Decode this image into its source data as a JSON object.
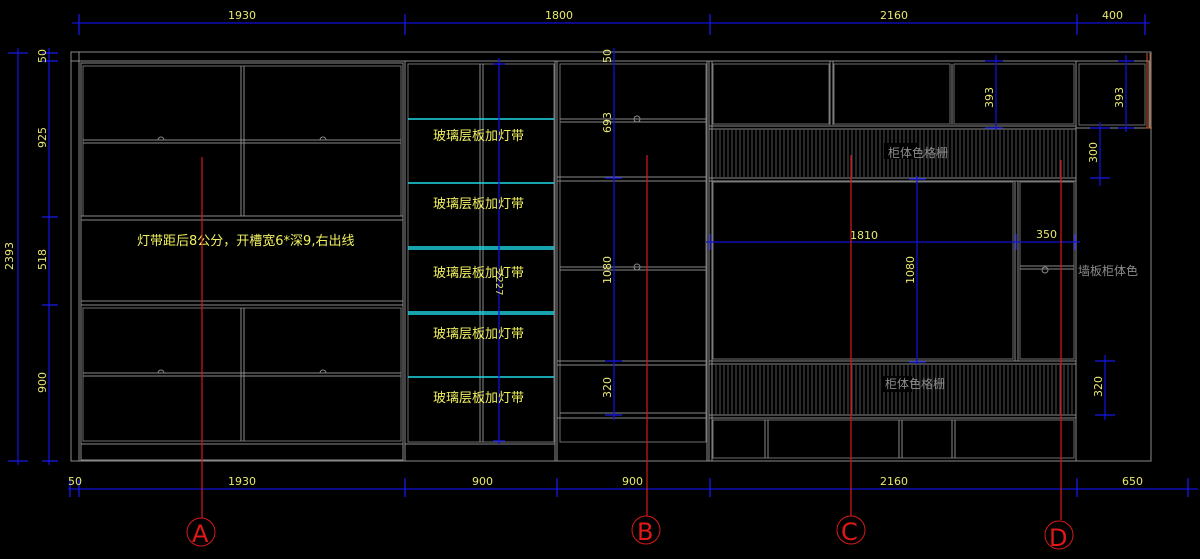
{
  "drawing": {
    "title": "Cabinet elevation",
    "colors": {
      "background": "#000000",
      "outline": "#8a8a8a",
      "dimension_line": "#1010d8",
      "dimension_text": "#e8e870",
      "glass_shelf": "#20d8e8",
      "axis_line": "#d41a1a",
      "note_text": "#f0f060",
      "gray_note": "#8c8c8c"
    },
    "top_dimensions": [
      "1930",
      "1800",
      "2160",
      "400"
    ],
    "bottom_dimensions": [
      "50",
      "1930",
      "900",
      "900",
      "2160",
      "650"
    ],
    "left_dimensions": {
      "overall": "2393",
      "segments": [
        "50",
        "925",
        "518",
        "900"
      ]
    },
    "inner_dimensions": {
      "glass_column_height": "2227",
      "col_b_segments": [
        "50",
        "693",
        "1080",
        "320"
      ],
      "tv_width": "1810",
      "tv_height": "1080",
      "side_width": "350",
      "upper_box_height": "393",
      "right_upper_box_height": "393",
      "right_gap": "300",
      "right_lower": "320"
    },
    "notes": {
      "led_note": "灯带距后8公分，开槽宽6*深9,右出线",
      "glass_shelf_label": "玻璃层板加灯带",
      "glass_shelves": [
        "玻璃层板加灯带",
        "玻璃层板加灯带",
        "玻璃层板加灯带",
        "玻璃层板加灯带",
        "玻璃层板加灯带"
      ],
      "grille_upper": "柜体色格栅",
      "grille_lower": "柜体色格栅",
      "wall_panel": "墙板柜体色"
    },
    "axis_markers": [
      "A",
      "B",
      "C",
      "D"
    ]
  }
}
